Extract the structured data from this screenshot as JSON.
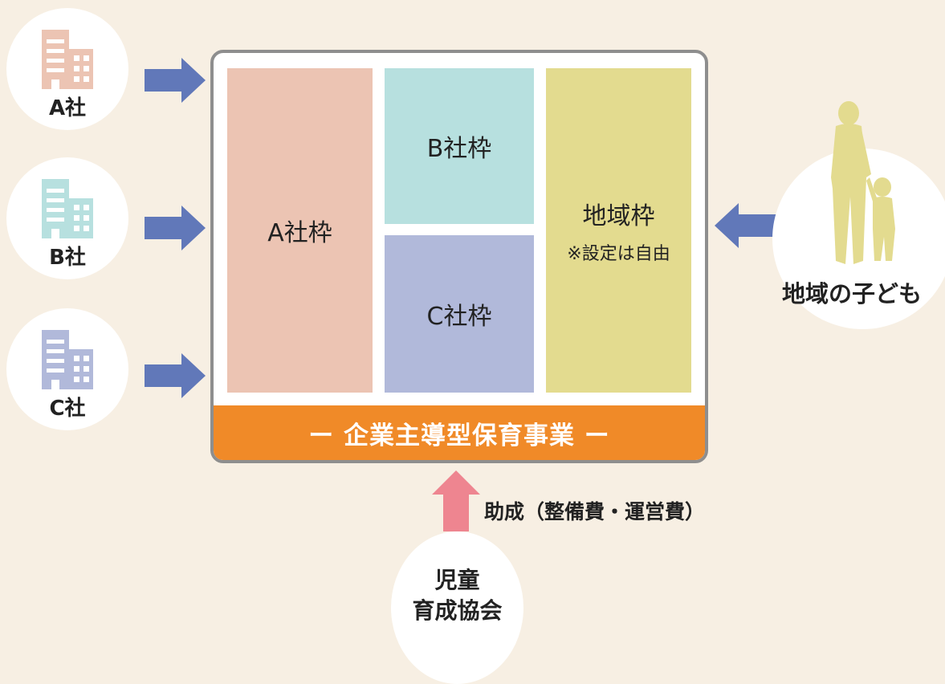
{
  "colors": {
    "background": "#f7efe3",
    "arrow_blue": "#6178b9",
    "arrow_pink": "#ee8590",
    "banner_orange": "#f08a28",
    "company_a": "#ecc4b3",
    "company_b": "#b7e0df",
    "company_c": "#b1b9da",
    "local": "#e3db8f"
  },
  "companies": [
    {
      "label": "A社",
      "icon": "building-icon"
    },
    {
      "label": "B社",
      "icon": "building-icon"
    },
    {
      "label": "C社",
      "icon": "building-icon"
    }
  ],
  "slots": {
    "a": "A社枠",
    "b": "B社枠",
    "c": "C社枠",
    "local": "地域枠",
    "local_note": "※設定は自由"
  },
  "banner": "ー 企業主導型保育事業 ー",
  "local_children": {
    "label": "地域の子ども",
    "icon": "parent-child-icon"
  },
  "grant": {
    "label": "助成（整備費・運営費）"
  },
  "association": {
    "line1": "児童",
    "line2": "育成協会"
  }
}
